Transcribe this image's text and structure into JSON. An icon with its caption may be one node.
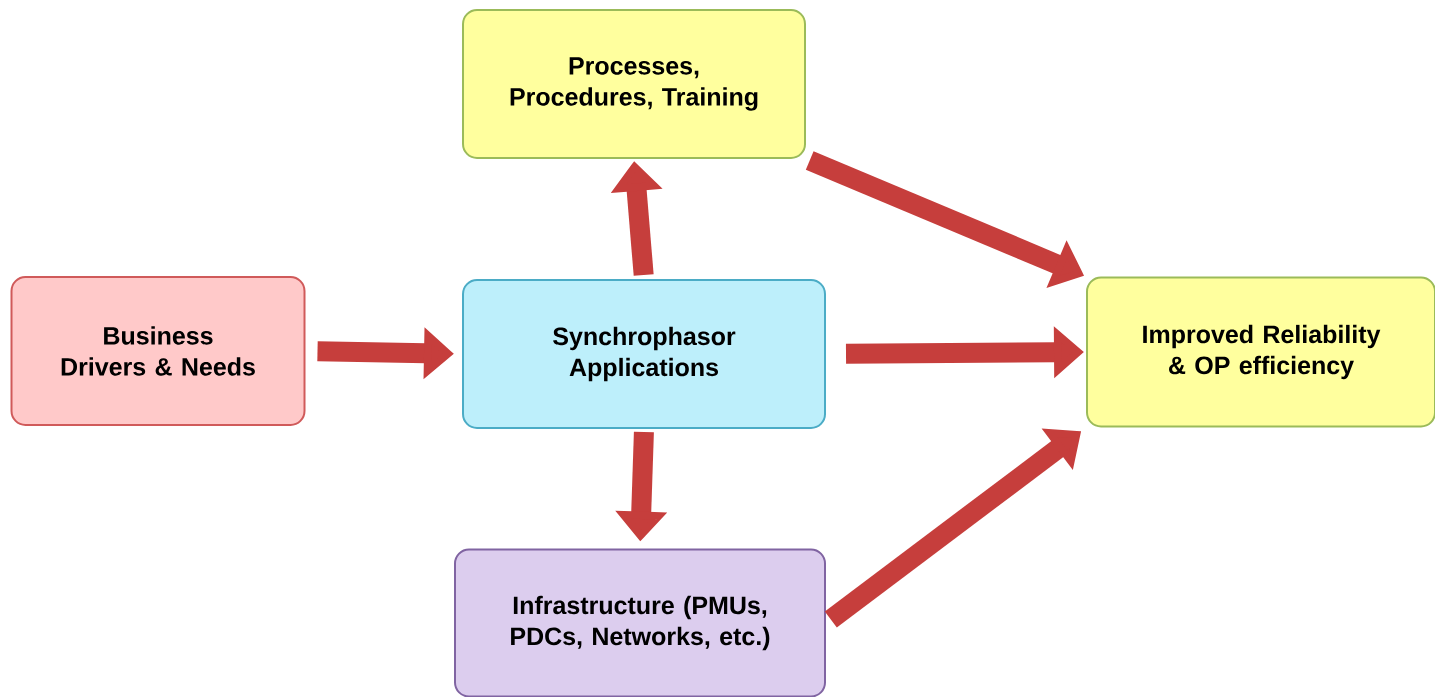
{
  "diagram": {
    "nodes": [
      {
        "text": [
          "Business Drivers & Needs"
        ]
      },
      {
        "text": [
          "Processes, Procedures, Training"
        ]
      },
      {
        "text": [
          "Synchrophasor Applications"
        ]
      },
      {
        "text": [
          "Improved Reliability & OP efficiency"
        ]
      },
      {
        "text": [
          "Infrastructure (PMUs, PDCs, Networks, etc.)"
        ]
      }
    ],
    "edges": [
      {
        "from": 0,
        "to": 2,
        "arrow": "to"
      },
      {
        "from": 2,
        "to": 1,
        "arrow": "to"
      },
      {
        "from": 2,
        "to": 4,
        "arrow": "to"
      },
      {
        "from": 1,
        "to": 3,
        "arrow": "to"
      },
      {
        "from": 2,
        "to": 3,
        "arrow": "to"
      },
      {
        "from": 4,
        "to": 3,
        "arrow": "to"
      }
    ]
  }
}
